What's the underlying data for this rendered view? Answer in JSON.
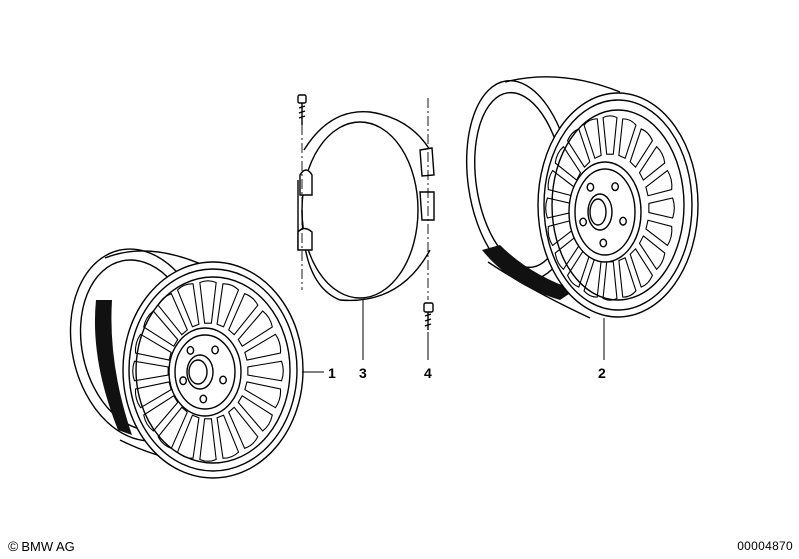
{
  "callouts": [
    {
      "id": "1",
      "label": "1"
    },
    {
      "id": "2",
      "label": "2"
    },
    {
      "id": "3",
      "label": "3"
    },
    {
      "id": "4",
      "label": "4"
    }
  ],
  "footer": {
    "copyright_symbol": "©",
    "brand": "BMW AG",
    "diagram_number": "00004870"
  },
  "colors": {
    "line": "#000000",
    "background": "#ffffff",
    "shade": "#1a1a1a"
  }
}
